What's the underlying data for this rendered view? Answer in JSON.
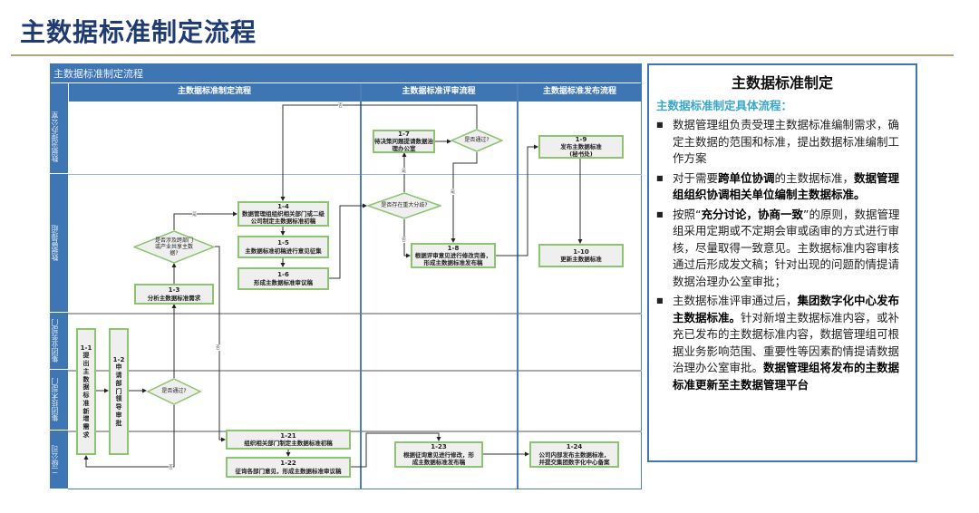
{
  "title": "主数据标准制定流程",
  "diagram": {
    "title": "主数据标准制定流程",
    "columns": [
      "主数据标准制定流程",
      "主数据标准评审流程",
      "主数据标准发布流程"
    ],
    "lanes": [
      "数据治理办公室",
      "数据管理组",
      "集团业务部门",
      "集团技术部门",
      "二级公司"
    ],
    "nodes": {
      "n1_1": {
        "id": "1-1",
        "text": "提出主数据标准新增需求"
      },
      "n1_2": {
        "id": "1-2",
        "text": "申请部门领导审批"
      },
      "n1_3": {
        "id": "1-3",
        "text": "分析主数据标准需求"
      },
      "n1_4": {
        "id": "1-4",
        "text": "数据管理组组织相关部门或二级公司制定主数据标准初稿"
      },
      "n1_5": {
        "id": "1-5",
        "text": "主数据标准初稿进行意见征集"
      },
      "n1_6": {
        "id": "1-6",
        "text": "形成主数据标准审议稿"
      },
      "n1_7": {
        "id": "1-7",
        "text": "待决策问题提请数据治理办公室"
      },
      "n1_8": {
        "id": "1-8",
        "text": "根据评审意见进行修改完善，形成主数据标准发布稿"
      },
      "n1_9": {
        "id": "1-9",
        "text": "发布主数据标准",
        "sub": "(秘书处)"
      },
      "n1_10": {
        "id": "1-10",
        "text": "更新主数据标准"
      },
      "n1_21": {
        "id": "1-21",
        "text": "组织相关部门制定主数据标准初稿"
      },
      "n1_22": {
        "id": "1-22",
        "text": "征询各部门意见，形成主数据标准审议稿"
      },
      "n1_23": {
        "id": "1-23",
        "text": "根据征询意见进行修改，形成主数据标准发布稿"
      },
      "n1_24": {
        "id": "1-24",
        "text": "公司内部发布主数据标准，并提交集团数字化中心备案"
      }
    },
    "decisions": {
      "d_pass_top": "是否通过?",
      "d_cross": "是否涉及跨部门或产业共享主数据?",
      "d_dispute": "是否存在重大分歧?",
      "d_pass_bottom": "是否通过?"
    },
    "edge_labels": {
      "yes": "是",
      "no": "否"
    }
  },
  "panel": {
    "title": "主数据标准制定",
    "subtitle": "主数据标准制定具体流程：",
    "items": [
      {
        "pre": "数据管理组负责受理主数据标准编制需求，确定主数据的范围和标准，提出数据标准编制工作方案",
        "bold": "",
        "post": ""
      },
      {
        "pre": "对于需要",
        "bold": "跨单位协调",
        "post": "的主数据标准，",
        "bold2": "数据管理组组织协调相关单位编制主数据标准。"
      },
      {
        "pre": "按照“",
        "bold": "充分讨论，协商一致",
        "post": "”的原则，数据管理组采用定期或不定期会审或函审的方式进行审核，尽量取得一致意见。主数据标准内容审核通过后形成发文稿；针对出现的问题酌情提请数据治理办公室审批；"
      },
      {
        "pre": "主数据标准评审通过后，",
        "bold": "集团数字化中心发布主数据标准。",
        "post": "针对新增主数据标准内容，或补充已发布的主数据标准内容，数据管理组可根据业务影响范围、重要性等因素酌情提请数据治理办公室审批。",
        "bold2": "数据管理组将发布的主数据标准更新至主数据管理平台"
      }
    ]
  },
  "colors": {
    "blue": "#3e76b4",
    "green": "#8dc46f",
    "title": "#1f3b73",
    "accent": "#3aa7c8"
  }
}
